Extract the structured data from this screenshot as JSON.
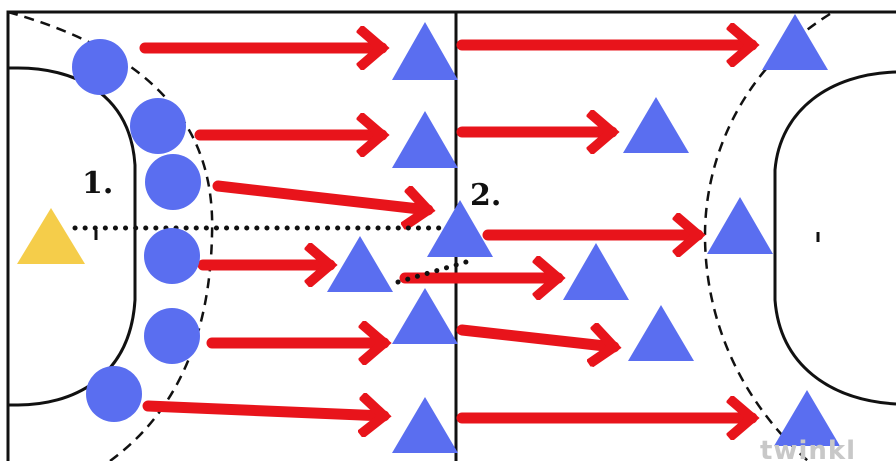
{
  "labels": {
    "one": "1.",
    "two": "2."
  },
  "watermark": "twinkl",
  "colors": {
    "court_line": "#111111",
    "attacker": "#5a6ef0",
    "defender": "#5a6ef0",
    "coach": "#f5cd4a",
    "arrow": "#e8141b"
  },
  "icons": {
    "attacker": "blue-circle",
    "defender": "blue-triangle",
    "coach": "yellow-triangle",
    "movement": "red-arrow",
    "pass": "dotted-line"
  }
}
